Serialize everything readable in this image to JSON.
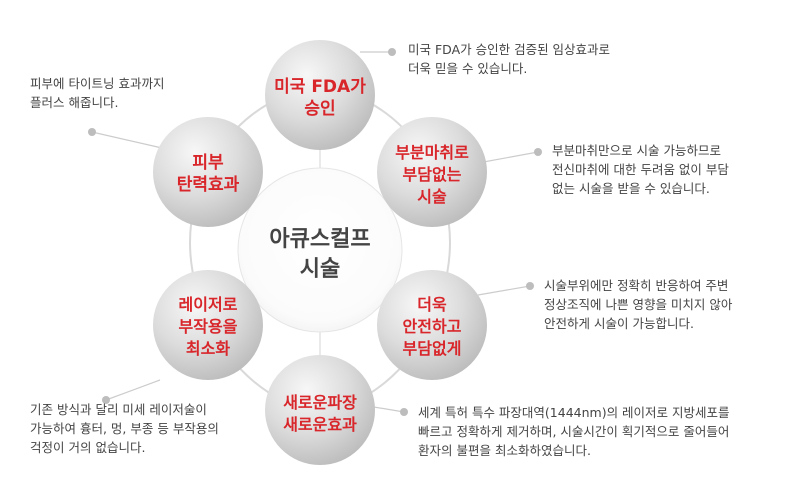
{
  "center": {
    "line1": "아큐스컬프",
    "line2": "시술"
  },
  "benefits": [
    {
      "id": "fda",
      "title": [
        "미국 FDA가",
        "승인"
      ],
      "description": [
        "미국 FDA가 승인한 검증된 임상효과로",
        "더욱 믿을 수 있습니다."
      ]
    },
    {
      "id": "partial",
      "title": [
        "부분마취로",
        "부담없는",
        "시술"
      ],
      "description": [
        "부분마취만으로 시술 가능하므로",
        "전신마취에 대한 두려움 없이 부담",
        "없는 시술을 받을 수 있습니다."
      ]
    },
    {
      "id": "safe",
      "title": [
        "더욱",
        "안전하고",
        "부담없게"
      ],
      "description": [
        "시술부위에만 정확히 반응하여 주변",
        "정상조직에 나쁜 영향을 미치지 않아",
        "안전하게 시술이 가능합니다."
      ]
    },
    {
      "id": "wave",
      "title": [
        "새로운파장",
        "새로운효과"
      ],
      "description": [
        "세계 특허 특수 파장대역(1444nm)의 레이저로 지방세포를",
        "빠르고 정확하게 제거하며, 시술시간이 획기적으로 줄어들어",
        "환자의 불편을 최소화하였습니다."
      ]
    },
    {
      "id": "sidefx",
      "title": [
        "레이저로",
        "부작용을",
        "최소화"
      ],
      "description": [
        "기존 방식과 달리 미세 레이저술이",
        "가능하여 흉터, 멍, 부종 등 부작용의",
        "걱정이 거의 없습니다."
      ]
    },
    {
      "id": "elastic",
      "title": [
        "피부",
        "탄력효과"
      ],
      "description": [
        "피부에 타이트닝 효과까지",
        "플러스 해줍니다."
      ]
    }
  ],
  "colors": {
    "title_text": "#d8262b",
    "center_text": "#444444",
    "description_text": "#444444",
    "line": "#d9d9d9",
    "dot": "#bdbdbd",
    "circle_light": "#f5f5f5",
    "circle_dark": "#c4c4c4"
  }
}
